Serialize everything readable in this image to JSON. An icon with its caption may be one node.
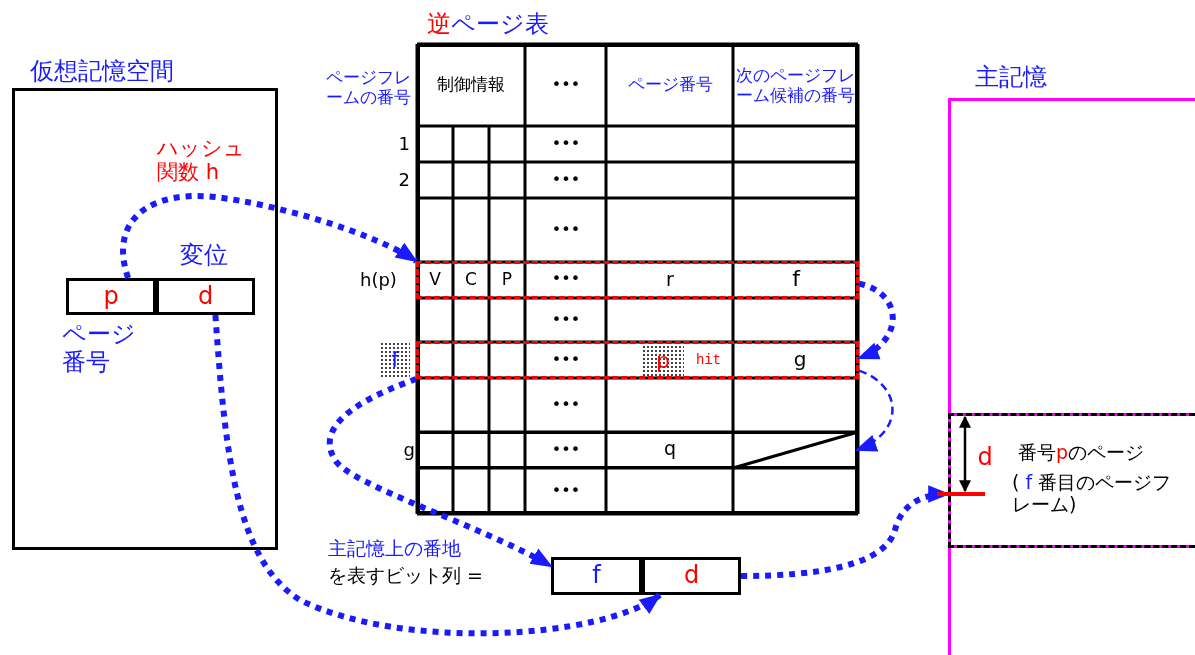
{
  "diagram": {
    "nodes": [
      {
        "text": [
          "仮想記憶空間"
        ]
      },
      {
        "text": [
          "p"
        ],
        "in": 0,
        "beside": [
          "ページ番号"
        ]
      },
      {
        "text": [
          "d"
        ],
        "in": 0,
        "beside": [
          "変位"
        ]
      },
      {
        "text": [
          "逆ページ表"
        ]
      },
      {
        "text": [
          "V",
          "C",
          "P",
          "•••",
          "r",
          "f"
        ],
        "in": 3,
        "beside": [
          "h(p)"
        ]
      },
      {
        "text": [
          "•••",
          "p",
          "hit",
          "g"
        ],
        "in": 3,
        "beside": [
          "f"
        ]
      },
      {
        "text": [
          "•••",
          "q"
        ],
        "in": 3,
        "beside": [
          "g"
        ]
      },
      {
        "text": [
          "f"
        ]
      },
      {
        "text": [
          "d"
        ]
      },
      {
        "text": [
          "主記憶"
        ]
      },
      {
        "text": [
          "番号pのページ",
          "( f 番目のページフレーム)"
        ],
        "in": 9
      }
    ],
    "edges": [
      {
        "from": 1,
        "to": 4,
        "arrow": "to",
        "label": "ハッシュ関数 h"
      },
      {
        "from": 4,
        "to": 5,
        "arrow": "to"
      },
      {
        "from": 5,
        "to": 6,
        "arrow": "to",
        "style": "dashed"
      },
      {
        "from": 5,
        "to": 7,
        "arrow": "to"
      },
      {
        "from": 2,
        "to": 8,
        "arrow": "to"
      },
      {
        "from": 8,
        "to": 10,
        "arrow": "to"
      }
    ],
    "labels": [
      "ページフレームの番号",
      "制御情報",
      "•••",
      "ページ番号",
      "次のページフレーム候補の番号",
      "1",
      "•••",
      "2",
      "•••",
      "•••",
      "•••",
      "•••",
      "•••",
      "主記憶上の番地",
      "を表すビット列 =",
      "d"
    ]
  }
}
